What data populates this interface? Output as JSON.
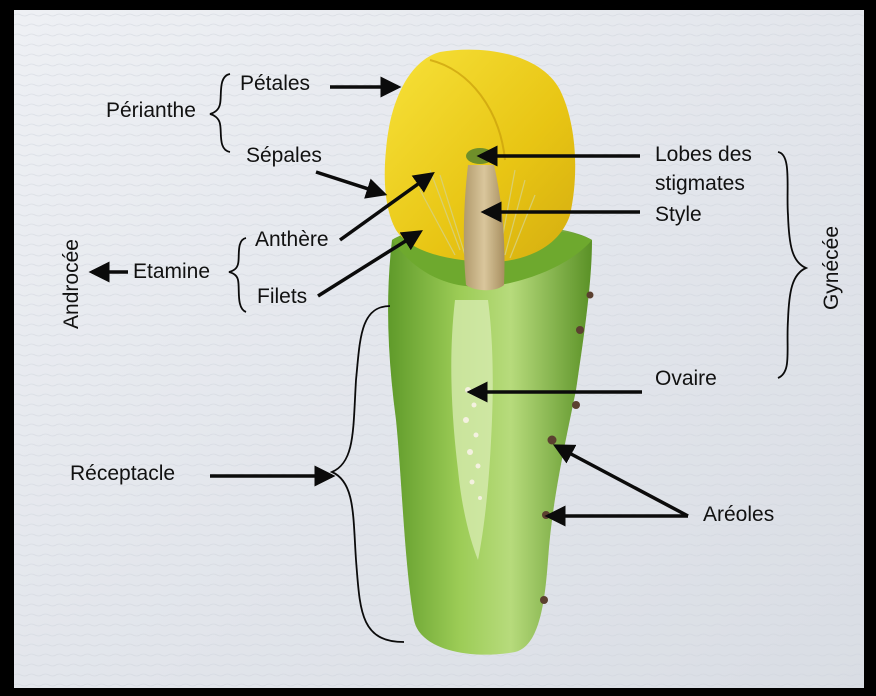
{
  "labels": {
    "petales": "Pétales",
    "perianthe": "Périanthe",
    "sepales": "Sépales",
    "anthere": "Anthère",
    "etamine": "Etamine",
    "androcee": "Androcée",
    "filets": "Filets",
    "receptacle": "Réceptacle",
    "lobes_line1": "Lobes des",
    "lobes_line2": "stigmates",
    "style": "Style",
    "gynecee": "Gynécée",
    "ovaire": "Ovaire",
    "areoles": "Aréoles"
  },
  "colors": {
    "background_paper": "#e6e9ee",
    "frame": "#000000",
    "petal_yellow": "#f2d31a",
    "stem_green": "#7fb33a",
    "style_tan": "#c9b48a"
  }
}
